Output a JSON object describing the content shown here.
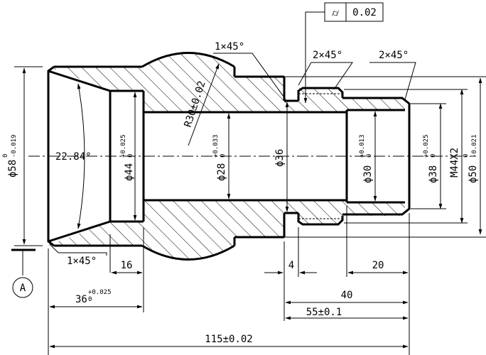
{
  "geometric_tolerance": {
    "symbol": "⌭",
    "value": "0.02"
  },
  "chamfers": [
    "1×45°",
    "2×45°",
    "2×45°",
    "1×45°"
  ],
  "radius_label": "R30±0.02",
  "angle_label": "22.84°",
  "diameters": {
    "d58": {
      "base": "ϕ58",
      "upper": "0",
      "lower": "-0.019"
    },
    "d44": {
      "base": "ϕ44",
      "upper": "+0.025",
      "lower": "0"
    },
    "d28": {
      "base": "ϕ28",
      "upper": "+0.033",
      "lower": "0"
    },
    "d36": {
      "base": "ϕ36"
    },
    "d30": {
      "base": "ϕ30",
      "upper": "+0.013",
      "lower": "0"
    },
    "d38": {
      "base": "ϕ38",
      "upper": "+0.025",
      "lower": "0"
    },
    "thread": {
      "base": "M44X2"
    },
    "d50": {
      "base": "ϕ50",
      "upper": "0",
      "lower": "-0.021"
    }
  },
  "lengths": {
    "l16": "16",
    "l36": {
      "base": "36",
      "upper": "+0.025",
      "lower": "0"
    },
    "l4": "4",
    "l20": "20",
    "l40": "40",
    "l55": "55±0.1",
    "l115": "115±0.02"
  },
  "datum": "A"
}
